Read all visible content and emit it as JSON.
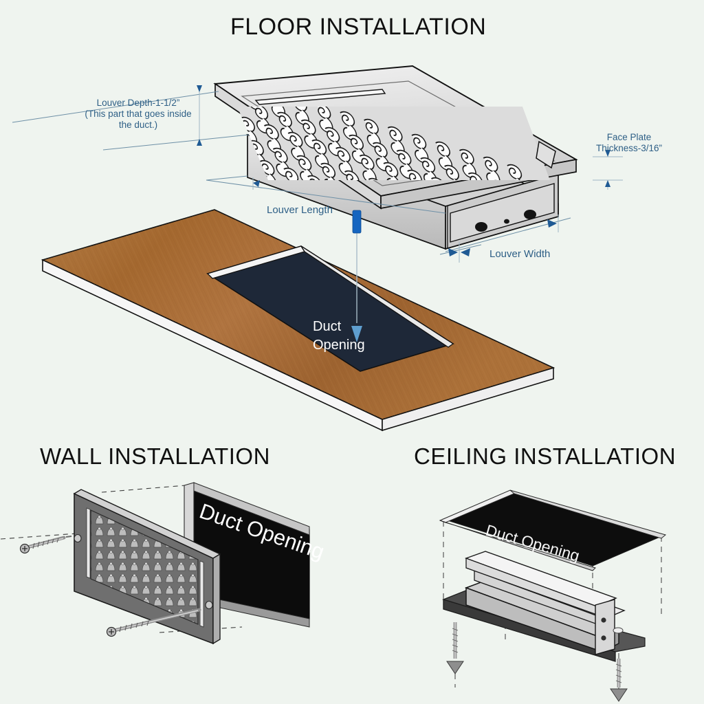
{
  "background_color": "#eff4ef",
  "sections": {
    "floor": {
      "title": "FLOOR INSTALLATION",
      "duct_label_line1": "Duct",
      "duct_label_line2": "Opening",
      "dimensions": {
        "louver_depth": "Louver Depth-1-1/2”",
        "louver_depth_note_line1": "(This part that goes inside",
        "louver_depth_note_line2": "the duct.)",
        "face_plate_line1": "Face Plate",
        "face_plate_line2": "Thickness-3/16”",
        "louver_length": "Louver Length",
        "louver_width": "Louver Width"
      }
    },
    "wall": {
      "title": "WALL INSTALLATION",
      "duct_label": "Duct Opening"
    },
    "ceiling": {
      "title": "CEILING INSTALLATION",
      "duct_label": "Duct Opening"
    }
  },
  "colors": {
    "dimension_blue": "#2e5f86",
    "marker_blue": "#1565c0",
    "title_black": "#101010",
    "wood": "#a96f3c",
    "duct_dark": "#1e2838",
    "metal_light": "#e2e2e2",
    "metal_mid": "#c0c0c0",
    "metal_dark": "#8d8d8d",
    "panel_black": "#0c0c0c"
  }
}
